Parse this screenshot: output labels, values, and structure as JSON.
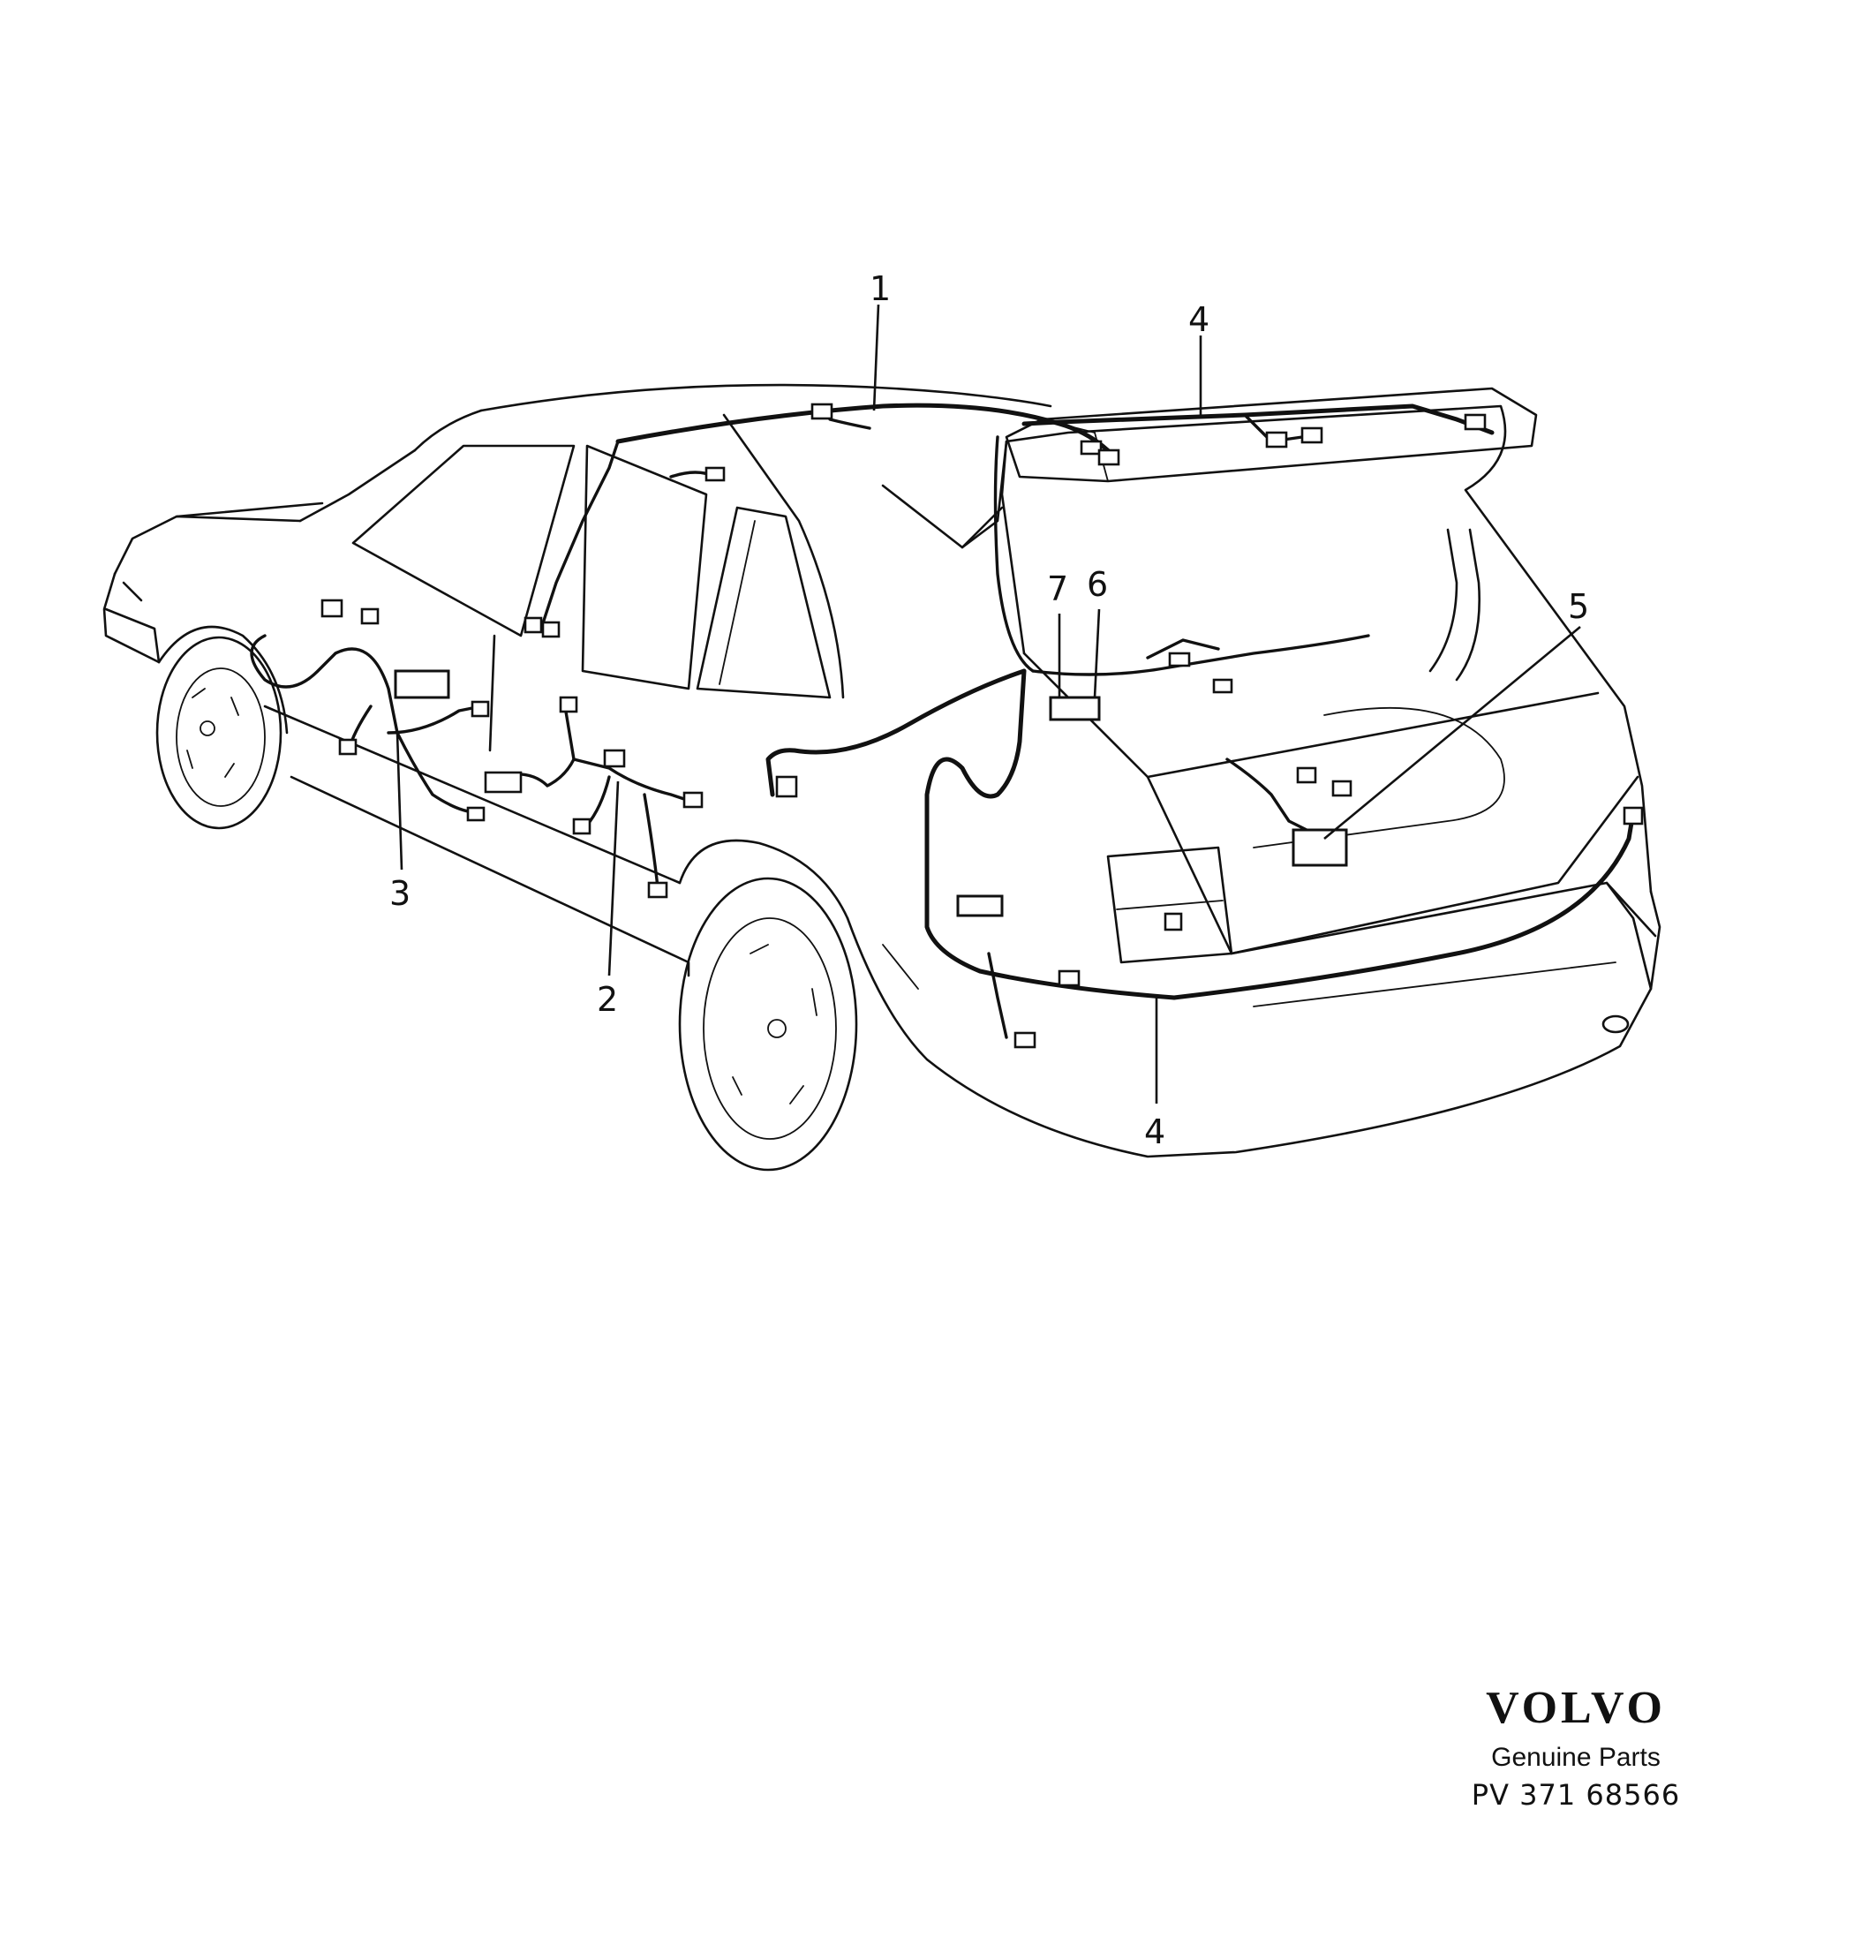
{
  "diagram": {
    "callouts": [
      {
        "id": "c1",
        "label": "1"
      },
      {
        "id": "c2",
        "label": "2"
      },
      {
        "id": "c3",
        "label": "3"
      },
      {
        "id": "c4a",
        "label": "4"
      },
      {
        "id": "c4b",
        "label": "4"
      },
      {
        "id": "c5",
        "label": "5"
      },
      {
        "id": "c6",
        "label": "6"
      },
      {
        "id": "c7",
        "label": "7"
      }
    ]
  },
  "brand": {
    "logo": "VOLVO",
    "tagline": "Genuine Parts",
    "code": "PV 371 68566"
  }
}
